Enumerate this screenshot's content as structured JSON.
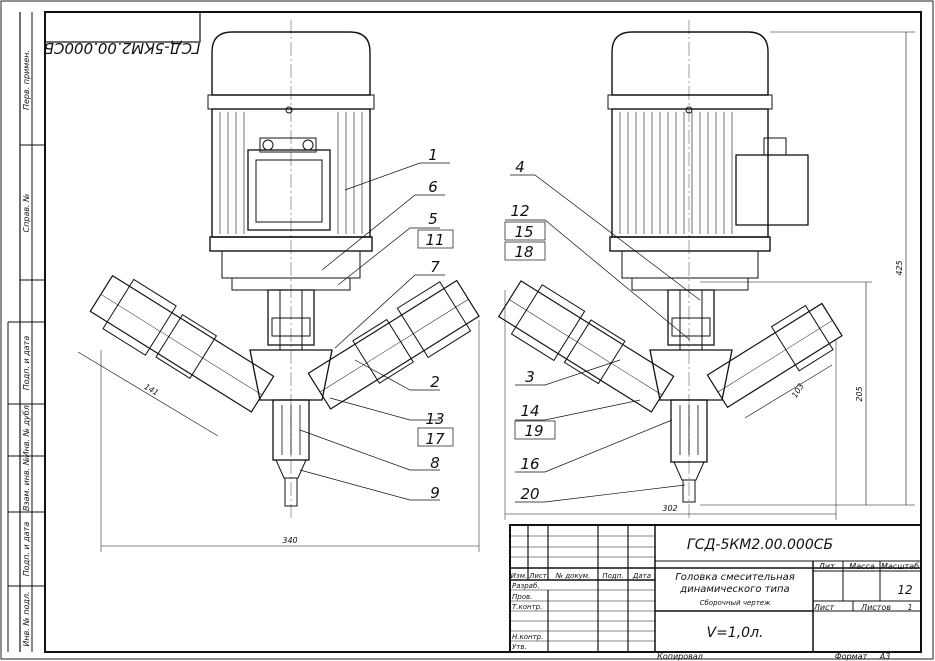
{
  "drawing": {
    "mirror_code": "ГСД-5КМ2.00.000СБ"
  },
  "strip": {
    "first_use": "Перв. примен.",
    "ref_no": "Справ. №",
    "sign_date": "Подп. и дата",
    "inv_dup": "Инв. № дубл.",
    "replace_inv": "Взам. инв. №",
    "sign_date2": "Подп. и дата",
    "inv_orig": "Инв. № подл."
  },
  "callouts": {
    "left": [
      "1",
      "6",
      "5",
      "11",
      "7",
      "2",
      "13",
      "17",
      "8",
      "9"
    ],
    "right": [
      "4",
      "12",
      "15",
      "18",
      "3",
      "14",
      "19",
      "16",
      "20"
    ]
  },
  "dimensions": {
    "overall_width": "340",
    "nozzle_length": "141",
    "right_width": "302",
    "overall_height": "425",
    "body_height": "205",
    "nozzle_offset": "103"
  },
  "title_block": {
    "designation": "ГСД-5КМ2.00.000СБ",
    "name_line1": "Головка смесительная",
    "name_line2": "динамического типа",
    "doc_type": "Сборочный чертеж",
    "volume": "V=1,0л.",
    "col_lit": "Лит.",
    "col_mass": "Масса",
    "col_scale": "Масштаб",
    "scale": "12",
    "sheet_label": "Лист",
    "sheets_label": "Листов",
    "sheets_count": "1",
    "col_izm": "Изм.",
    "col_list": "Лист",
    "col_doc": "№ докум.",
    "col_sign": "Подп.",
    "col_date": "Дата",
    "rows": [
      "Разраб.",
      "Пров.",
      "Т.контр.",
      "Н.контр.",
      "Утв."
    ]
  },
  "footer": {
    "copied": "Копировал",
    "format_label": "Формат",
    "format_value": "А3"
  }
}
